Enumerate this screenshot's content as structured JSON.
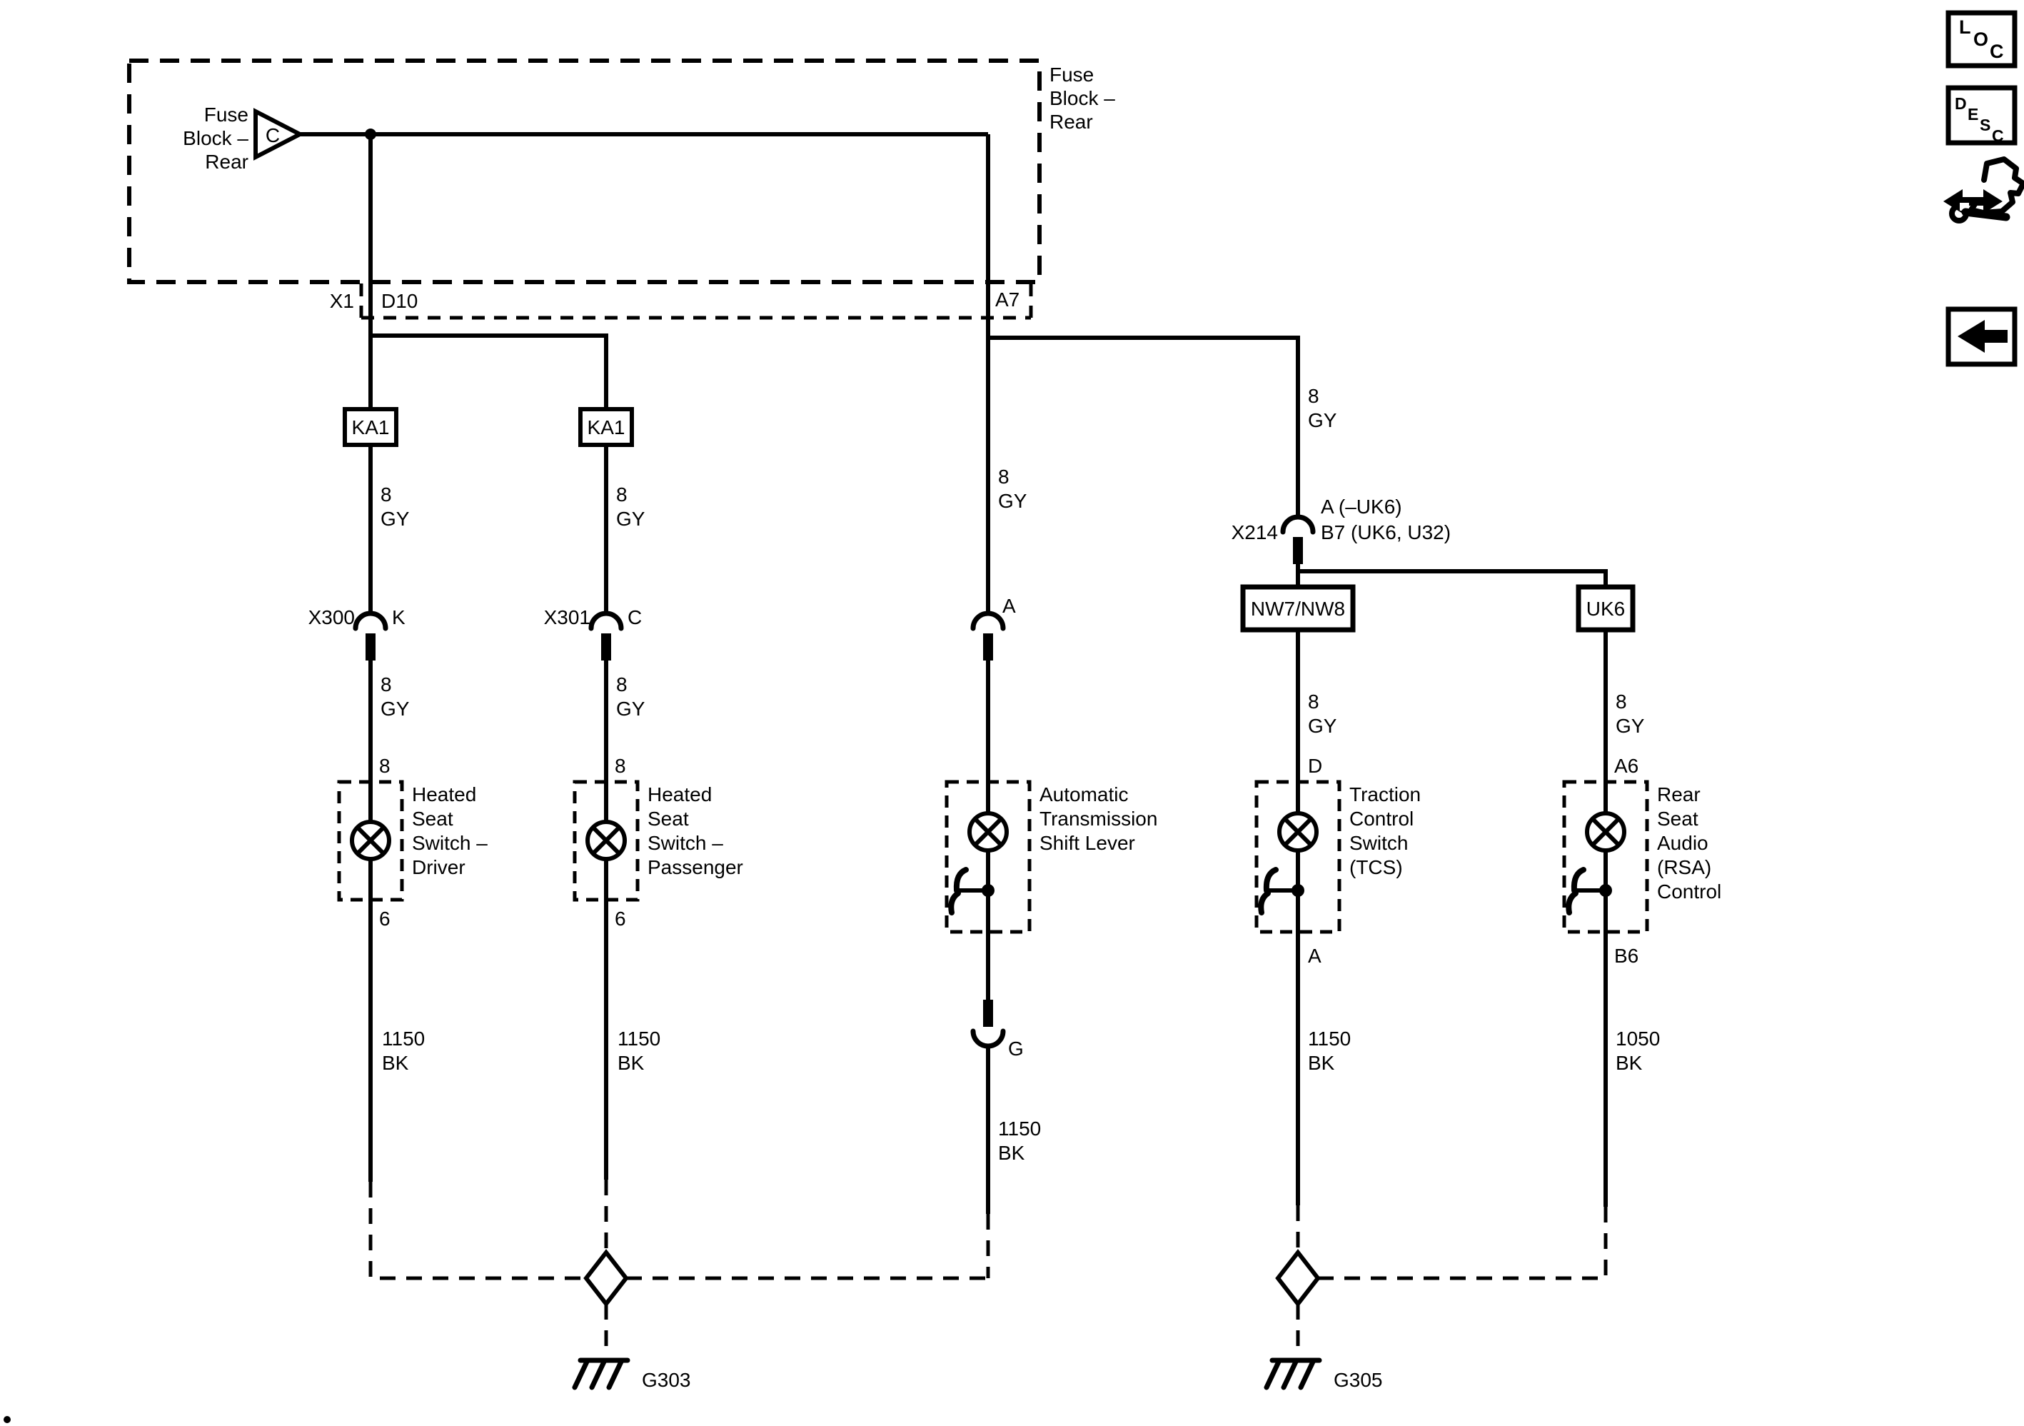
{
  "toolbar": {
    "loc_letters": [
      "L",
      "O",
      "C"
    ],
    "desc_letters": [
      "D",
      "E",
      "S",
      "C"
    ]
  },
  "fuse_block": {
    "label_left": [
      "Fuse",
      "Block –",
      "Rear"
    ],
    "label_right": [
      "Fuse",
      "Block –",
      "Rear"
    ],
    "pin_c": "C",
    "connector_x1": "X1",
    "pin_d10": "D10",
    "pin_a7": "A7"
  },
  "columns": {
    "driver": {
      "fuse": "KA1",
      "wire_upper": [
        "8",
        "GY"
      ],
      "connector": "X300",
      "connector_pin": "K",
      "wire_lower": [
        "8",
        "GY"
      ],
      "pin_in": "8",
      "pin_out": "6",
      "component": [
        "Heated",
        "Seat",
        "Switch –",
        "Driver"
      ],
      "wire_ground": [
        "1150",
        "BK"
      ]
    },
    "passenger": {
      "fuse": "KA1",
      "wire_upper": [
        "8",
        "GY"
      ],
      "connector": "X301",
      "connector_pin": "C",
      "wire_lower": [
        "8",
        "GY"
      ],
      "pin_in": "8",
      "pin_out": "6",
      "component": [
        "Heated",
        "Seat",
        "Switch –",
        "Passenger"
      ],
      "wire_ground": [
        "1150",
        "BK"
      ]
    },
    "shift": {
      "wire_upper": [
        "8",
        "GY"
      ],
      "connector_pin_a": "A",
      "component": [
        "Automatic",
        "Transmission",
        "Shift Lever"
      ],
      "connector_pin_g": "G",
      "wire_ground": [
        "1150",
        "BK"
      ]
    },
    "tcs": {
      "wire_feed": [
        "8",
        "GY"
      ],
      "connector": "X214",
      "connector_pin_a": "A (–UK6)",
      "connector_pin_b": "B7 (UK6, U32)",
      "option_box": "NW7/NW8",
      "wire_upper": [
        "8",
        "GY"
      ],
      "pin_in": "D",
      "pin_out": "A",
      "component": [
        "Traction",
        "Control",
        "Switch",
        "(TCS)"
      ],
      "wire_ground": [
        "1150",
        "BK"
      ]
    },
    "rsa": {
      "option_box": "UK6",
      "wire_upper": [
        "8",
        "GY"
      ],
      "pin_in": "A6",
      "pin_out": "B6",
      "component": [
        "Rear",
        "Seat",
        "Audio",
        "(RSA)",
        "Control"
      ],
      "wire_ground": [
        "1050",
        "BK"
      ]
    }
  },
  "grounds": {
    "left": "G303",
    "right": "G305"
  }
}
